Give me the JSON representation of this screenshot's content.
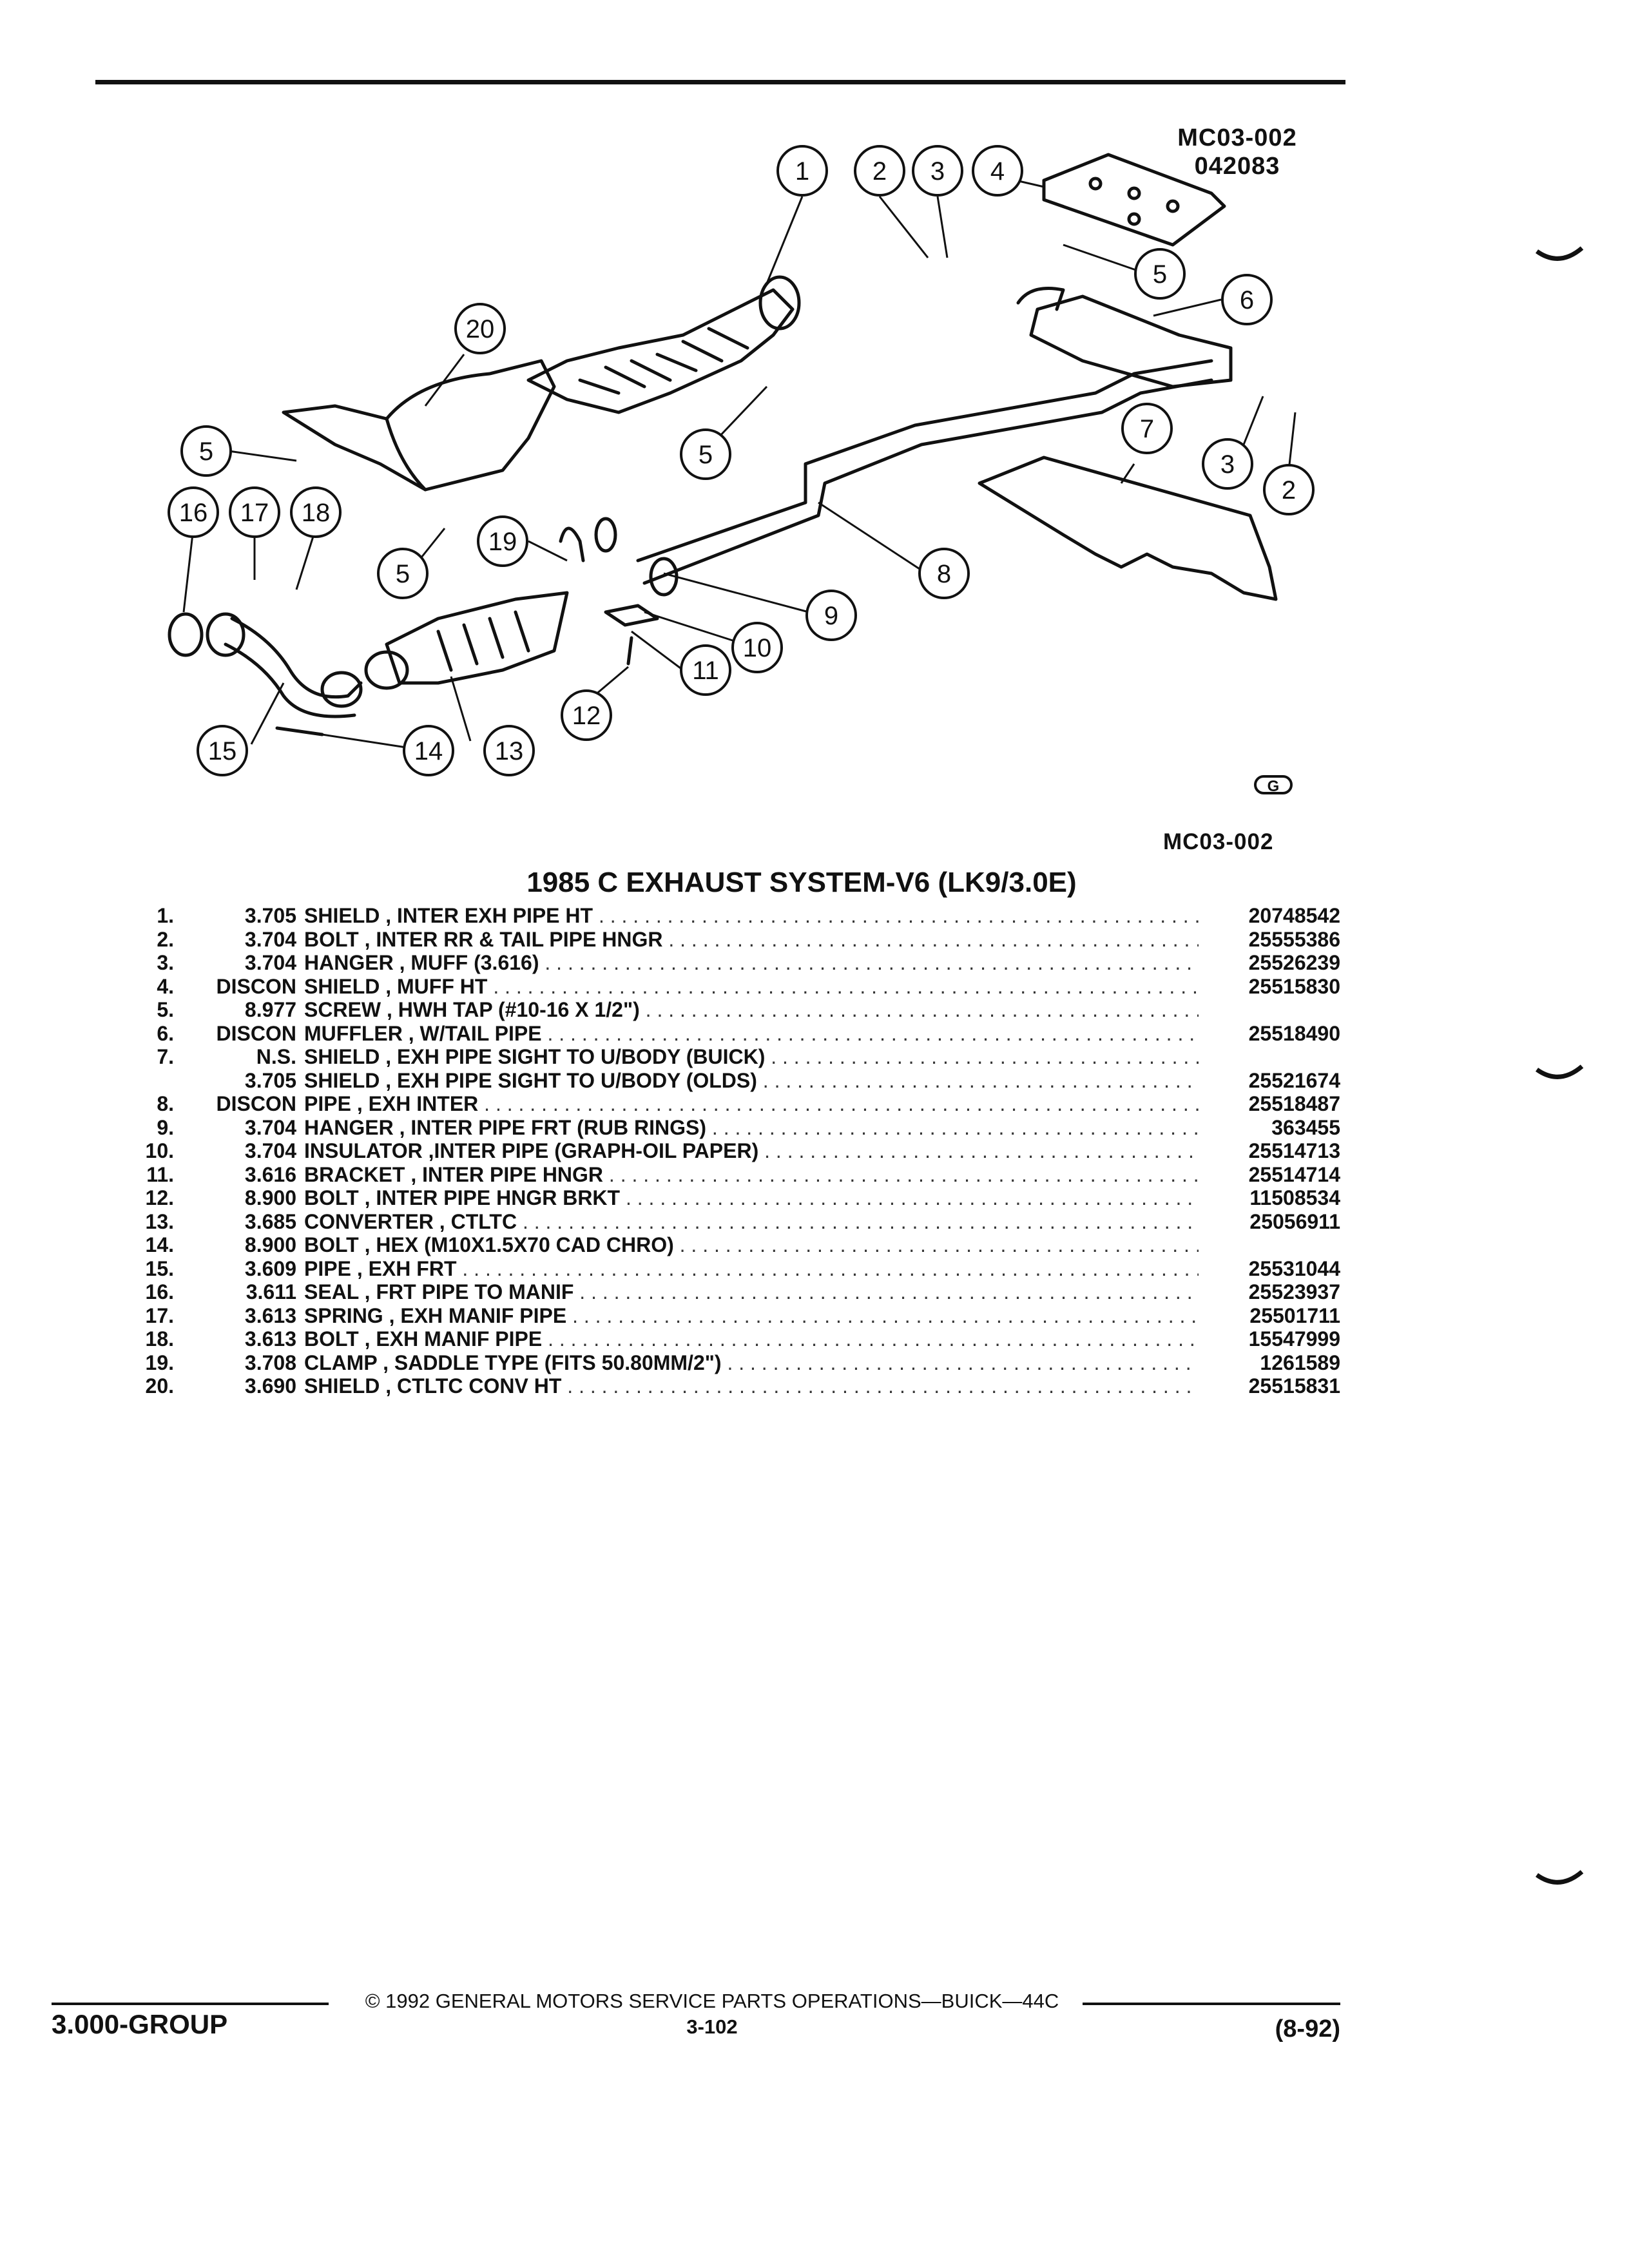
{
  "diagram": {
    "code_top_line1": "MC03-002",
    "code_top_line2": "042083",
    "code_bottom": "MC03-002",
    "callouts": [
      "1",
      "2",
      "3",
      "4",
      "5",
      "6",
      "7",
      "8",
      "9",
      "10",
      "11",
      "12",
      "13",
      "14",
      "15",
      "16",
      "17",
      "18",
      "19",
      "20"
    ]
  },
  "title": "1985 C EXHAUST SYSTEM-V6 (LK9/3.0E)",
  "parts": [
    {
      "num": "1.",
      "ref": "3.705",
      "desc": "SHIELD , INTER EXH PIPE HT",
      "pn": "20748542"
    },
    {
      "num": "2.",
      "ref": "3.704",
      "desc": "BOLT , INTER RR & TAIL PIPE HNGR",
      "pn": "25555386"
    },
    {
      "num": "3.",
      "ref": "3.704",
      "desc": "HANGER , MUFF (3.616)",
      "pn": "25526239"
    },
    {
      "num": "4.",
      "ref": "DISCON",
      "desc": "SHIELD , MUFF HT",
      "pn": "25515830"
    },
    {
      "num": "5.",
      "ref": "8.977",
      "desc": "SCREW , HWH TAP (#10-16 X 1/2\")",
      "pn": ""
    },
    {
      "num": "6.",
      "ref": "DISCON",
      "desc": "MUFFLER , W/TAIL PIPE",
      "pn": "25518490"
    },
    {
      "num": "7.",
      "ref": "N.S.",
      "desc": "SHIELD , EXH PIPE SIGHT TO U/BODY (BUICK)",
      "pn": ""
    },
    {
      "num": "",
      "ref": "3.705",
      "desc": "SHIELD , EXH PIPE SIGHT TO U/BODY (OLDS)",
      "pn": "25521674"
    },
    {
      "num": "8.",
      "ref": "DISCON",
      "desc": "PIPE , EXH INTER",
      "pn": "25518487"
    },
    {
      "num": "9.",
      "ref": "3.704",
      "desc": "HANGER , INTER PIPE FRT (RUB RINGS)",
      "pn": "363455"
    },
    {
      "num": "10.",
      "ref": "3.704",
      "desc": "INSULATOR ,INTER PIPE (GRAPH-OIL PAPER)",
      "pn": "25514713"
    },
    {
      "num": "11.",
      "ref": "3.616",
      "desc": "BRACKET , INTER PIPE HNGR",
      "pn": "25514714"
    },
    {
      "num": "12.",
      "ref": "8.900",
      "desc": "BOLT , INTER PIPE HNGR BRKT",
      "pn": "11508534"
    },
    {
      "num": "13.",
      "ref": "3.685",
      "desc": "CONVERTER , CTLTC",
      "pn": "25056911"
    },
    {
      "num": "14.",
      "ref": "8.900",
      "desc": "BOLT , HEX (M10X1.5X70 CAD CHRO)",
      "pn": ""
    },
    {
      "num": "15.",
      "ref": "3.609",
      "desc": "PIPE , EXH FRT",
      "pn": "25531044"
    },
    {
      "num": "16.",
      "ref": "3.611",
      "desc": "SEAL , FRT PIPE TO MANIF",
      "pn": "25523937"
    },
    {
      "num": "17.",
      "ref": "3.613",
      "desc": "SPRING , EXH MANIF PIPE",
      "pn": "25501711"
    },
    {
      "num": "18.",
      "ref": "3.613",
      "desc": "BOLT , EXH MANIF PIPE",
      "pn": "15547999"
    },
    {
      "num": "19.",
      "ref": "3.708",
      "desc": "CLAMP , SADDLE TYPE (FITS 50.80MM/2\")",
      "pn": "1261589"
    },
    {
      "num": "20.",
      "ref": "3.690",
      "desc": "SHIELD , CTLTC CONV HT",
      "pn": "25515831"
    }
  ],
  "footer": {
    "copyright": "© 1992 GENERAL MOTORS SERVICE PARTS OPERATIONS—BUICK—44C",
    "page": "3-102",
    "group": "3.000-GROUP",
    "date_code": "(8-92)"
  }
}
